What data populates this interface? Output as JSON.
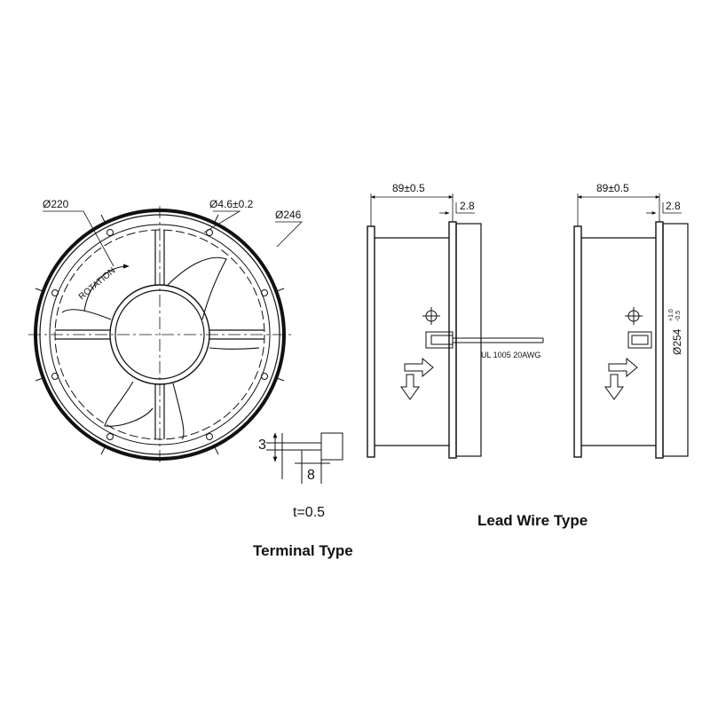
{
  "front_view": {
    "dim_inner_diameter": "Ø220",
    "dim_hole": "Ø4.6±0.2",
    "dim_outer_diameter": "Ø246",
    "rotation_label": "ROTATION"
  },
  "terminal_detail": {
    "dim_height": "3",
    "dim_width": "8",
    "thickness": "t=0.5",
    "caption": "Terminal Type"
  },
  "side_view_lead": {
    "dim_depth": "89±0.5",
    "dim_flange": "2.8",
    "wire_label": "UL 1005 20AWG"
  },
  "side_view_terminal": {
    "dim_depth": "89±0.5",
    "dim_flange": "2.8",
    "dim_diameter": "Ø254",
    "tol_plus": "+1.0",
    "tol_minus": "-0.5"
  },
  "captions": {
    "lead_wire": "Lead Wire Type"
  }
}
